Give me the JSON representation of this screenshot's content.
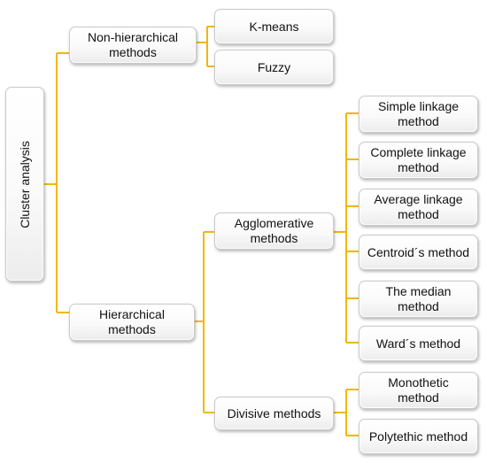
{
  "diagram": {
    "connector_color": "#f2b705",
    "root": {
      "label": "Cluster analysis"
    },
    "non_hierarchical": {
      "label": "Non-hierarchical\nmethods",
      "children": [
        "K-means",
        "Fuzzy"
      ]
    },
    "hierarchical": {
      "label": "Hierarchical\nmethods",
      "agglomerative": {
        "label": "Agglomerative\nmethods",
        "children": [
          "Simple linkage\nmethod",
          "Complete linkage\nmethod",
          "Average linkage\nmethod",
          "Centroid´s method",
          "The median\nmethod",
          "Ward´s method"
        ]
      },
      "divisive": {
        "label": "Divisive methods",
        "children": [
          "Monothetic\nmethod",
          "Polytethic method"
        ]
      }
    }
  }
}
